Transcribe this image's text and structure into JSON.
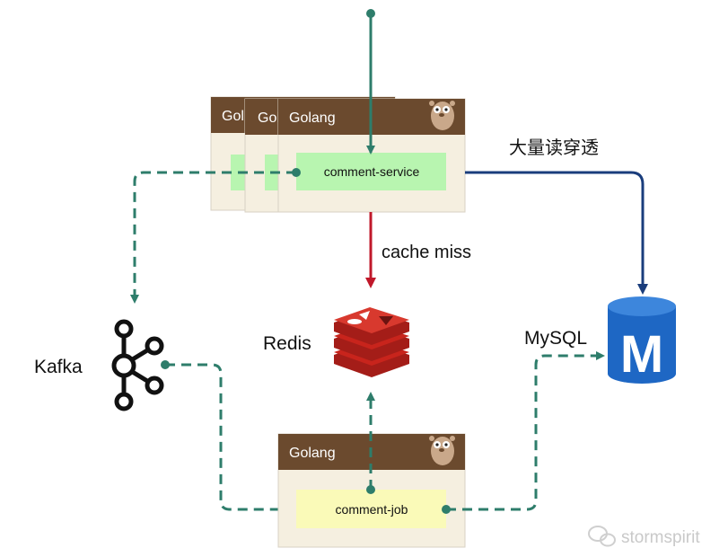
{
  "nodes": {
    "golang_back_2": "Gol",
    "golang_back_1": "Gol",
    "golang_front": "Golang",
    "comment_service": "comment-service",
    "kafka": "Kafka",
    "redis": "Redis",
    "mysql": "MySQL",
    "mysql_logo_letter": "M",
    "golang_job": "Golang",
    "comment_job": "comment-job"
  },
  "edges": {
    "to_mysql": "大量读穿透",
    "to_redis": "cache miss"
  },
  "watermark": "stormspirit",
  "colors": {
    "card_header": "#6b4a2e",
    "card_body": "#f5efe0",
    "service_box": "#b8f5b0",
    "job_box": "#fafab8",
    "dashed_arrow": "#2e7d6b",
    "red_arrow": "#c0182a",
    "navy_arrow": "#1a3d7c",
    "mysql_blue": "#1e67c4",
    "redis_red": "#c8241c"
  }
}
